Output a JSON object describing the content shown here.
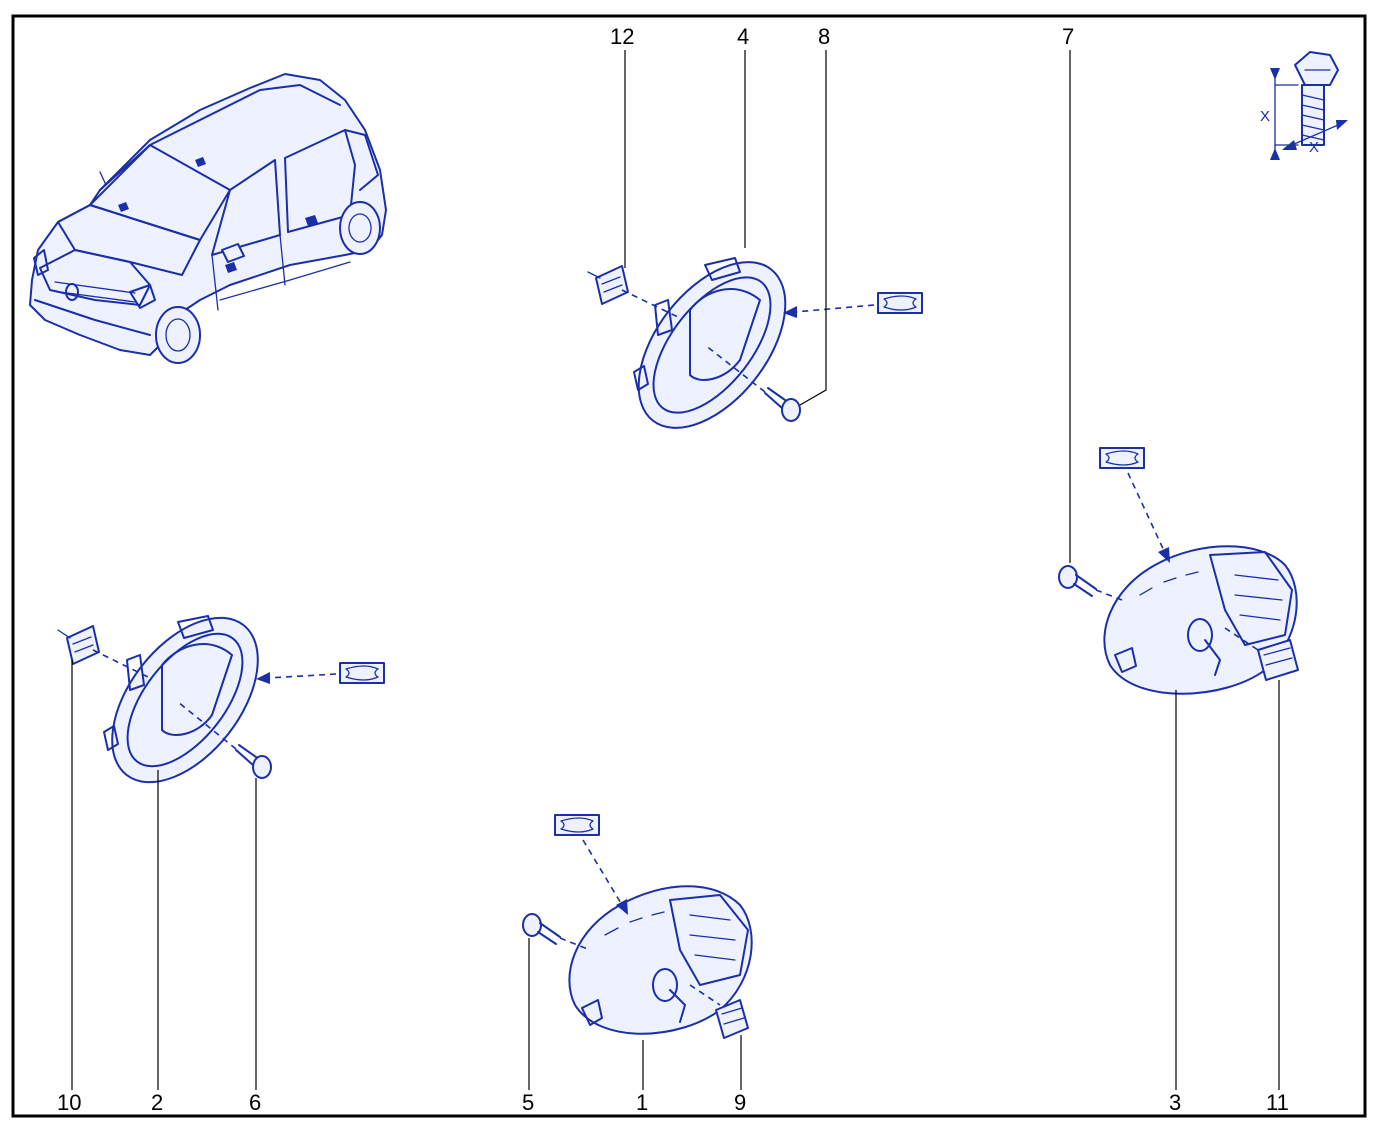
{
  "callouts": {
    "top": [
      "12",
      "4",
      "8",
      "7"
    ],
    "bottom": [
      "10",
      "2",
      "6",
      "5",
      "1",
      "9",
      "3",
      "11"
    ]
  },
  "torque_symbol": {
    "x_label": "X",
    "icon": "bolt-torque-icon"
  },
  "symbols": {
    "lubricant_icon": "grease-rectangle-icon"
  },
  "colors": {
    "ink": "#1a2fa8",
    "frame": "#000000",
    "callout": "#000000"
  }
}
